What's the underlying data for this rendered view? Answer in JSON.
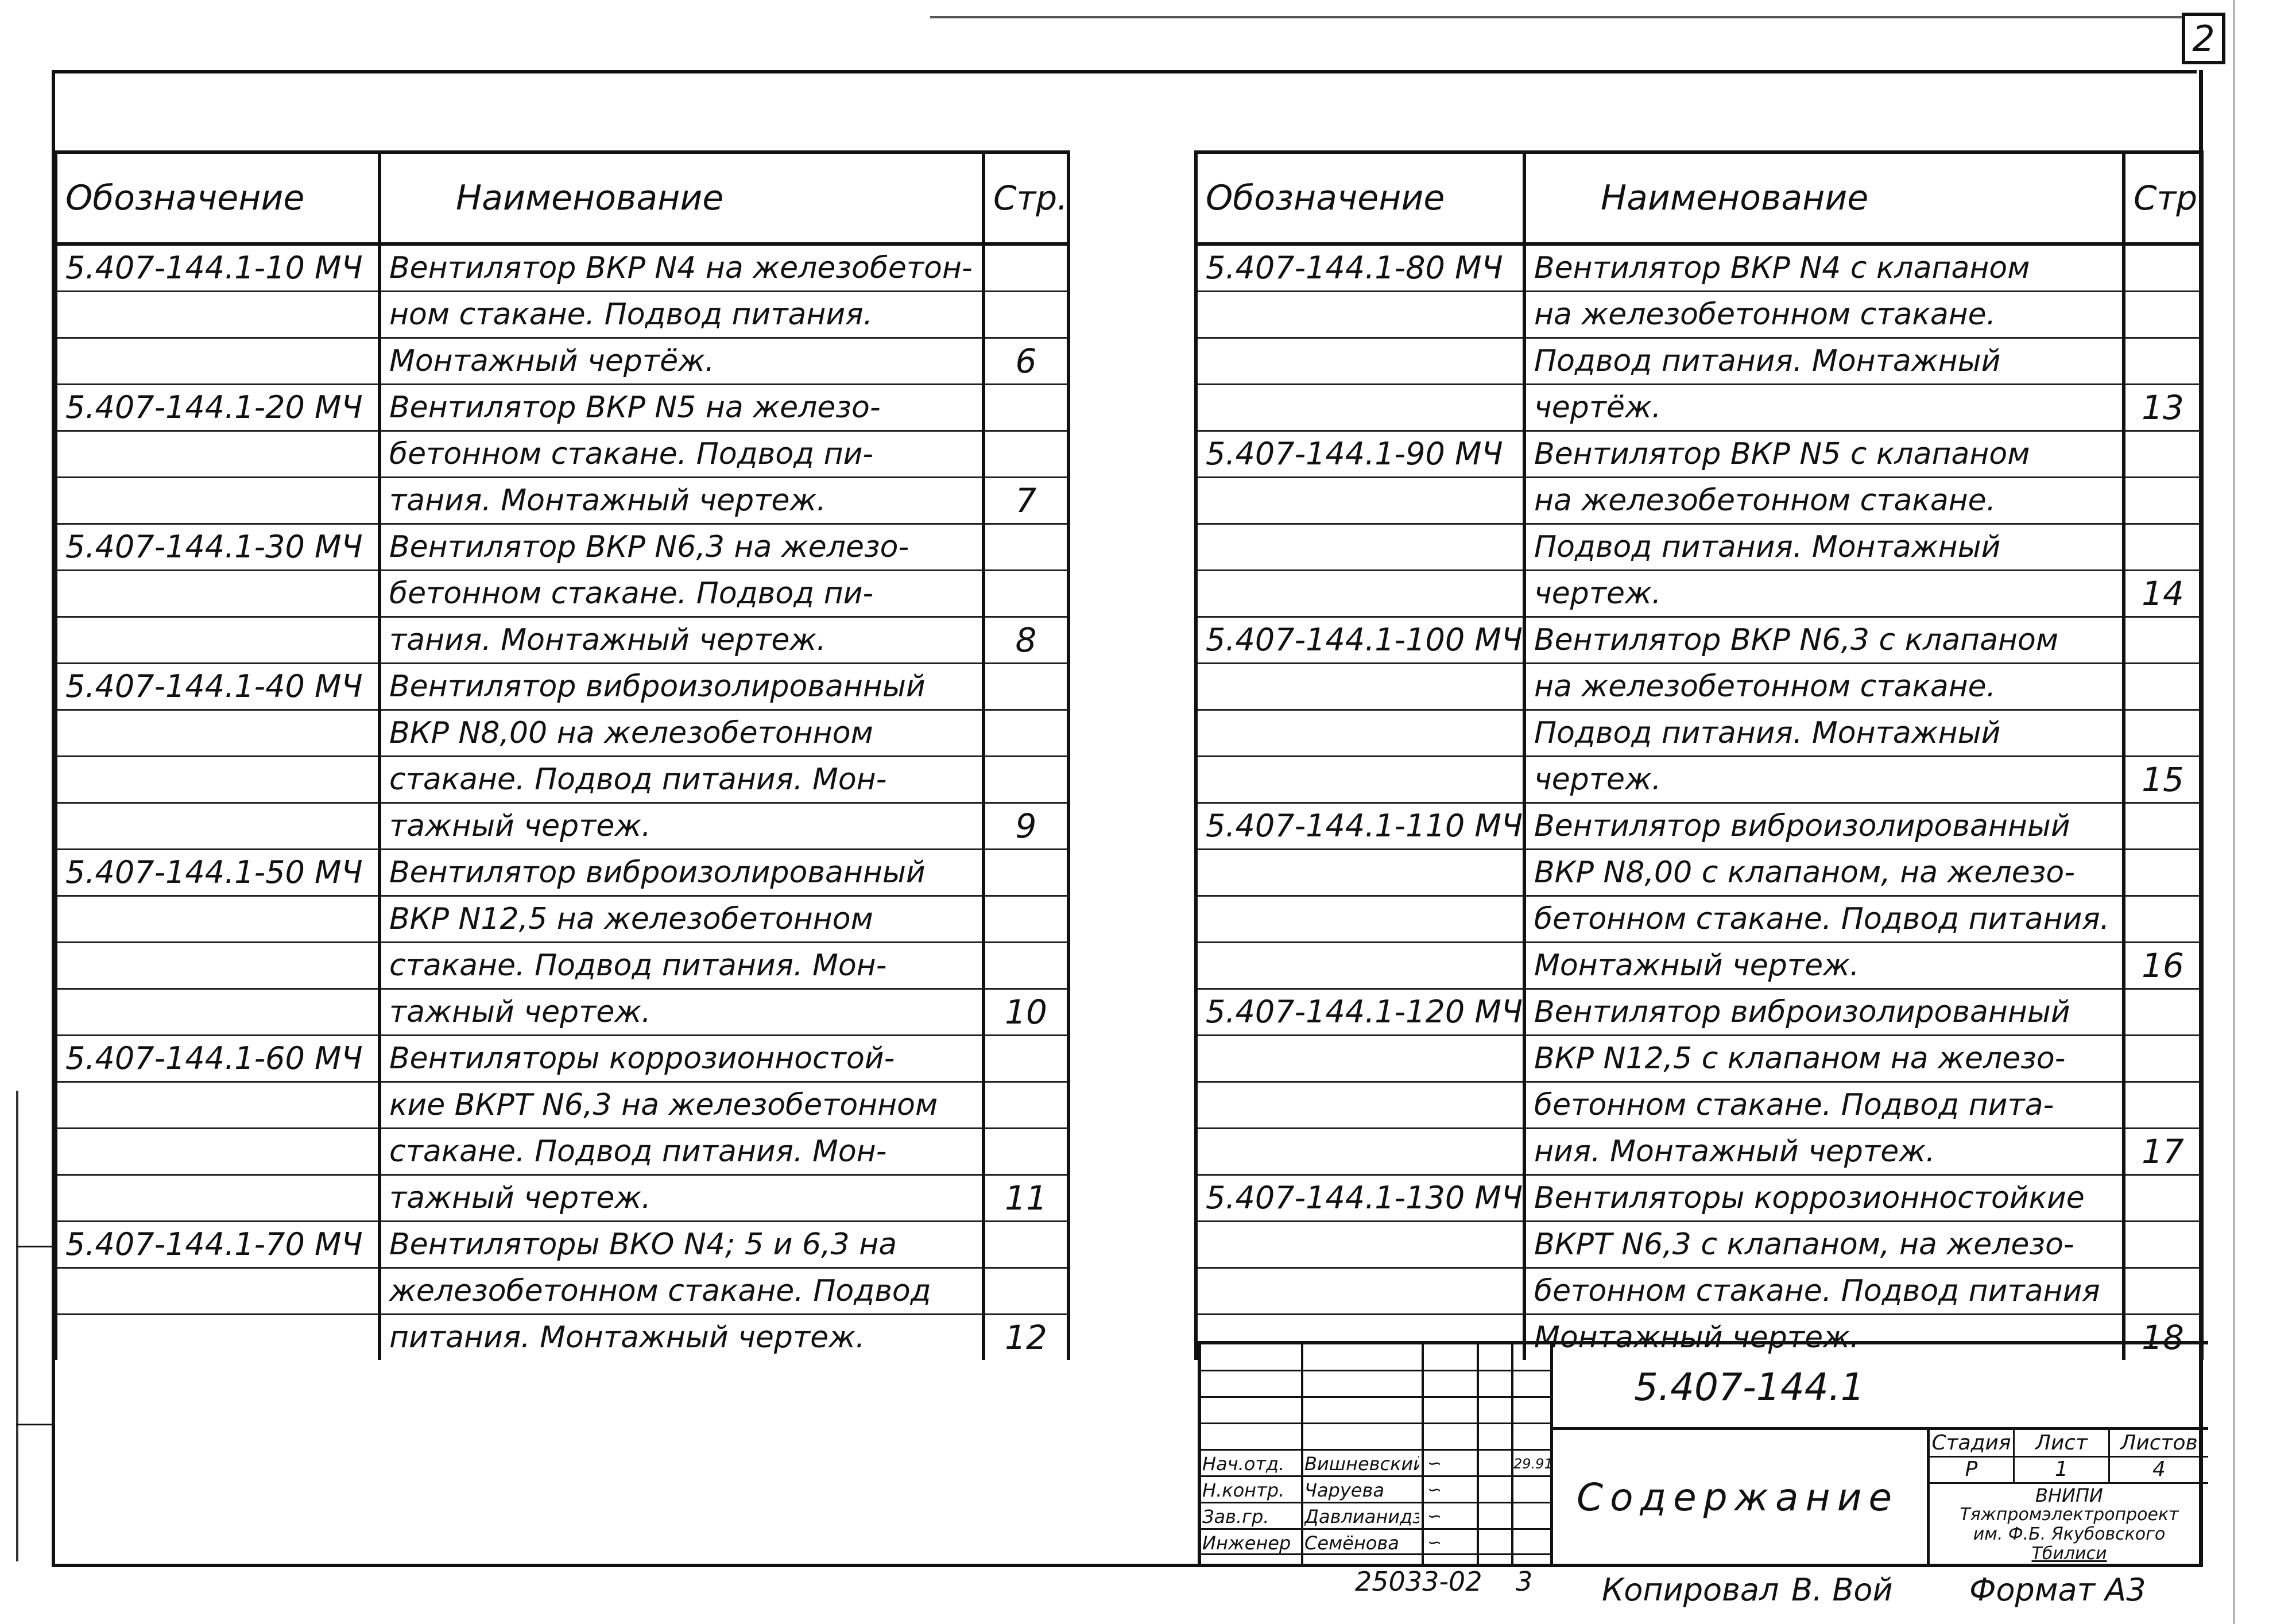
{
  "sheet_number": "2",
  "headers": {
    "designation": "Обозначение",
    "name": "Наименование",
    "page": "Стр."
  },
  "left_rows": [
    {
      "designation": "5.407-144.1-10 МЧ",
      "name": "Вентилятор ВКР N4 на железобетон-",
      "page": ""
    },
    {
      "designation": "",
      "name": "ном стакане. Подвод питания.",
      "page": ""
    },
    {
      "designation": "",
      "name": "Монтажный чертёж.",
      "page": "6"
    },
    {
      "designation": "5.407-144.1-20 МЧ",
      "name": "Вентилятор ВКР N5 на железо-",
      "page": ""
    },
    {
      "designation": "",
      "name": "бетонном стакане. Подвод пи-",
      "page": ""
    },
    {
      "designation": "",
      "name": "тания. Монтажный чертеж.",
      "page": "7"
    },
    {
      "designation": "5.407-144.1-30 МЧ",
      "name": "Вентилятор ВКР N6,3 на железо-",
      "page": ""
    },
    {
      "designation": "",
      "name": "бетонном стакане. Подвод пи-",
      "page": ""
    },
    {
      "designation": "",
      "name": "тания. Монтажный чертеж.",
      "page": "8"
    },
    {
      "designation": "5.407-144.1-40 МЧ",
      "name": "Вентилятор виброизолированный",
      "page": ""
    },
    {
      "designation": "",
      "name": "ВКР N8,00 на железобетонном",
      "page": ""
    },
    {
      "designation": "",
      "name": "стакане. Подвод питания. Мон-",
      "page": ""
    },
    {
      "designation": "",
      "name": "тажный чертеж.",
      "page": "9"
    },
    {
      "designation": "5.407-144.1-50 МЧ",
      "name": "Вентилятор виброизолированный",
      "page": ""
    },
    {
      "designation": "",
      "name": "ВКР N12,5 на железобетонном",
      "page": ""
    },
    {
      "designation": "",
      "name": "стакане. Подвод питания. Мон-",
      "page": ""
    },
    {
      "designation": "",
      "name": "тажный чертеж.",
      "page": "10"
    },
    {
      "designation": "5.407-144.1-60 МЧ",
      "name": "Вентиляторы коррозионностой-",
      "page": ""
    },
    {
      "designation": "",
      "name": "кие ВКРТ N6,3 на железобетонном",
      "page": ""
    },
    {
      "designation": "",
      "name": "стакане. Подвод питания. Мон-",
      "page": ""
    },
    {
      "designation": "",
      "name": "тажный чертеж.",
      "page": "11"
    },
    {
      "designation": "5.407-144.1-70 МЧ",
      "name": "Вентиляторы ВКО N4; 5 и 6,3 на",
      "page": ""
    },
    {
      "designation": "",
      "name": "железобетонном стакане. Подвод",
      "page": ""
    },
    {
      "designation": "",
      "name": "питания. Монтажный чертеж.",
      "page": "12"
    }
  ],
  "right_rows": [
    {
      "designation": "5.407-144.1-80 МЧ",
      "name": "Вентилятор ВКР N4 с клапаном",
      "page": ""
    },
    {
      "designation": "",
      "name": "на железобетонном стакане.",
      "page": ""
    },
    {
      "designation": "",
      "name": "Подвод питания. Монтажный",
      "page": ""
    },
    {
      "designation": "",
      "name": "чертёж.",
      "page": "13"
    },
    {
      "designation": "5.407-144.1-90 МЧ",
      "name": "Вентилятор ВКР N5 с клапаном",
      "page": ""
    },
    {
      "designation": "",
      "name": "на железобетонном стакане.",
      "page": ""
    },
    {
      "designation": "",
      "name": "Подвод питания. Монтажный",
      "page": ""
    },
    {
      "designation": "",
      "name": "чертеж.",
      "page": "14"
    },
    {
      "designation": "5.407-144.1-100 МЧ",
      "name": "Вентилятор ВКР N6,3 с клапаном",
      "page": ""
    },
    {
      "designation": "",
      "name": "на железобетонном стакане.",
      "page": ""
    },
    {
      "designation": "",
      "name": "Подвод питания. Монтажный",
      "page": ""
    },
    {
      "designation": "",
      "name": "чертеж.",
      "page": "15"
    },
    {
      "designation": "5.407-144.1-110 МЧ",
      "name": "Вентилятор виброизолированный",
      "page": ""
    },
    {
      "designation": "",
      "name": "ВКР N8,00 с клапаном, на железо-",
      "page": ""
    },
    {
      "designation": "",
      "name": "бетонном стакане. Подвод питания.",
      "page": ""
    },
    {
      "designation": "",
      "name": "Монтажный чертеж.",
      "page": "16"
    },
    {
      "designation": "5.407-144.1-120 МЧ",
      "name": "Вентилятор виброизолированный",
      "page": ""
    },
    {
      "designation": "",
      "name": "ВКР N12,5 с клапаном на железо-",
      "page": ""
    },
    {
      "designation": "",
      "name": "бетонном стакане. Подвод пита-",
      "page": ""
    },
    {
      "designation": "",
      "name": "ния. Монтажный чертеж.",
      "page": "17"
    },
    {
      "designation": "5.407-144.1-130 МЧ",
      "name": "Вентиляторы коррозионностойкие",
      "page": ""
    },
    {
      "designation": "",
      "name": "ВКРТ N6,3 с клапаном, на железо-",
      "page": ""
    },
    {
      "designation": "",
      "name": "бетонном стакане. Подвод питания",
      "page": ""
    },
    {
      "designation": "",
      "name": "Монтажный чертеж.",
      "page": "18"
    }
  ],
  "title_block": {
    "document_code": "5.407-144.1",
    "sheet_title": "Содержание",
    "staff": [
      {
        "role": "Нач.отд.",
        "name": "Вишневский",
        "date": "29.91"
      },
      {
        "role": "Н.контр.",
        "name": "Чаруева",
        "date": ""
      },
      {
        "role": "Зав.гр.",
        "name": "Давлианидзе",
        "date": ""
      },
      {
        "role": "Инженер",
        "name": "Семёнова",
        "date": ""
      }
    ],
    "stage_label": "Стадия",
    "sheet_label": "Лист",
    "sheets_label": "Листов",
    "stage_value": "Р",
    "sheet_value": "1",
    "sheets_value": "4",
    "organization": [
      "ВНИПИ",
      "Тяжпромэлектропроект",
      "им. Ф.Б. Якубовского",
      "Тбилиси"
    ]
  },
  "footer": {
    "inventory_number": "25033-02",
    "inventory_suffix": "3",
    "copied_by": "Копировал",
    "copier_signature": "В. Вой",
    "format": "Формат А3"
  }
}
